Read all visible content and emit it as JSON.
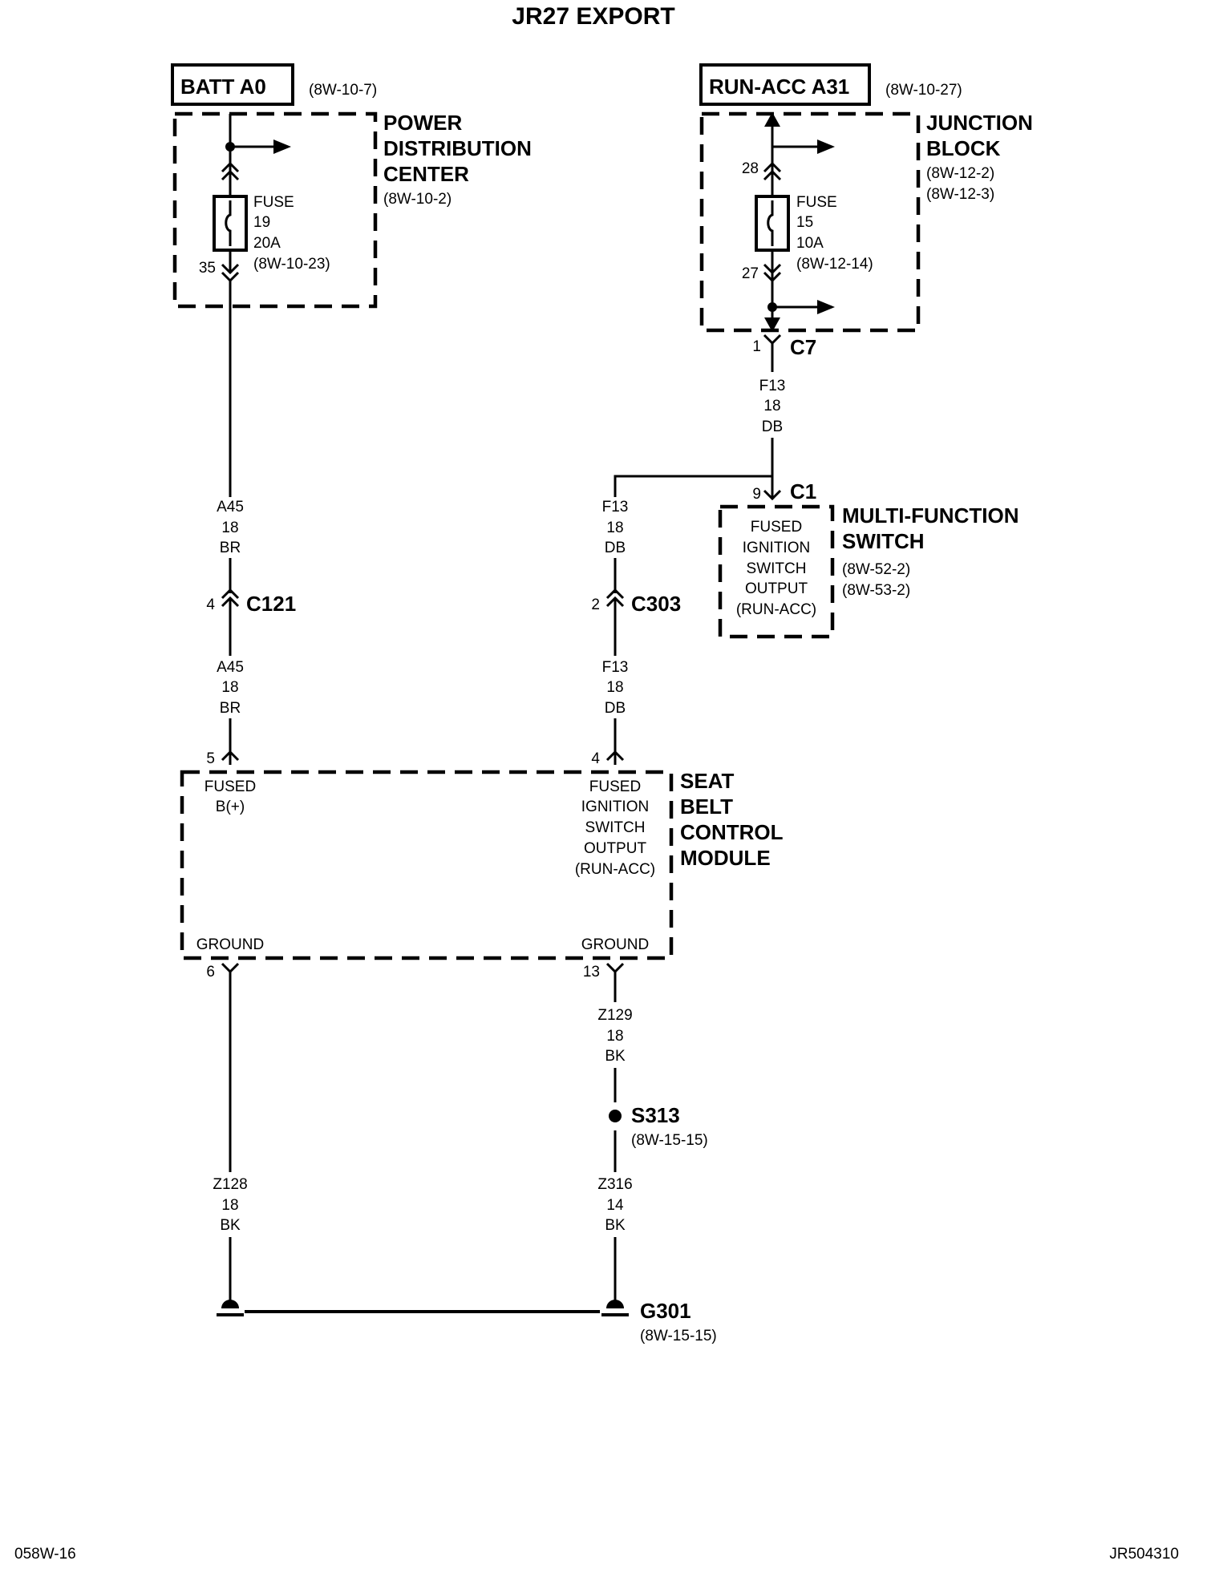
{
  "title": "JR27 EXPORT",
  "footer": {
    "left": "058W-16",
    "right": "JR504310"
  },
  "batt": {
    "label": "BATT A0",
    "ref": "(8W-10-7)"
  },
  "pdc": {
    "name": [
      "POWER",
      "DISTRIBUTION",
      "CENTER"
    ],
    "ref": "(8W-10-2)",
    "fuse": [
      "FUSE",
      "19",
      "20A",
      "(8W-10-23)"
    ],
    "cavity": "35"
  },
  "runacc": {
    "label": "RUN-ACC A31",
    "ref": "(8W-10-27)"
  },
  "jb": {
    "name": [
      "JUNCTION",
      "BLOCK"
    ],
    "refs": [
      "(8W-12-2)",
      "(8W-12-3)"
    ],
    "fuse": [
      "FUSE",
      "15",
      "10A",
      "(8W-12-14)"
    ],
    "cav_top": "28",
    "cav_bottom": "27"
  },
  "c7": {
    "name": "C7",
    "pin": "1"
  },
  "wire_f13_top": [
    "F13",
    "18",
    "DB"
  ],
  "c1": {
    "name": "C1",
    "pin": "9"
  },
  "mfs": {
    "name": [
      "MULTI-FUNCTION",
      "SWITCH"
    ],
    "refs": [
      "(8W-52-2)",
      "(8W-53-2)"
    ],
    "inner": [
      "FUSED",
      "IGNITION",
      "SWITCH",
      "OUTPUT",
      "(RUN-ACC)"
    ]
  },
  "wire_a45_upper": [
    "A45",
    "18",
    "BR"
  ],
  "wire_f13_upper": [
    "F13",
    "18",
    "DB"
  ],
  "c121": {
    "name": "C121",
    "pin": "4"
  },
  "c303": {
    "name": "C303",
    "pin": "2"
  },
  "wire_a45_lower": [
    "A45",
    "18",
    "BR"
  ],
  "wire_f13_lower": [
    "F13",
    "18",
    "DB"
  ],
  "sbcm": {
    "name": [
      "SEAT",
      "BELT",
      "CONTROL",
      "MODULE"
    ],
    "pin_left_top": "5",
    "pin_right_top": "4",
    "left_input": [
      "FUSED",
      "B(+)"
    ],
    "right_input": [
      "FUSED",
      "IGNITION",
      "SWITCH",
      "OUTPUT",
      "(RUN-ACC)"
    ],
    "ground_left": "GROUND",
    "ground_right": "GROUND",
    "pin_left_bottom": "6",
    "pin_right_bottom": "13"
  },
  "wire_z129": [
    "Z129",
    "18",
    "BK"
  ],
  "s313": {
    "name": "S313",
    "ref": "(8W-15-15)"
  },
  "wire_z316": [
    "Z316",
    "14",
    "BK"
  ],
  "wire_z128": [
    "Z128",
    "18",
    "BK"
  ],
  "g301": {
    "name": "G301",
    "ref": "(8W-15-15)"
  }
}
